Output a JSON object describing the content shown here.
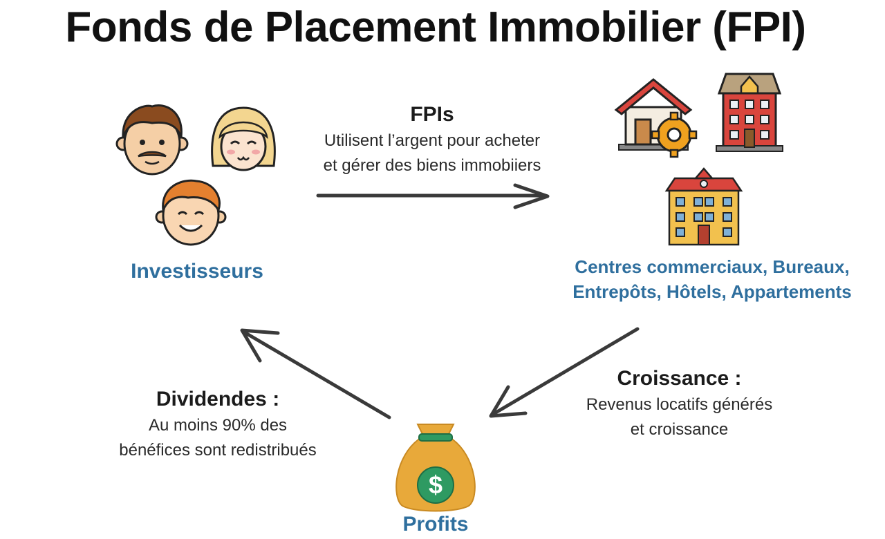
{
  "title": "Fonds de Placement Immobilier (FPI)",
  "top_flow": {
    "heading": "FPIs",
    "line1": "Utilisent l’argent pour acheter",
    "line2": "et gérer des biens immobiiers"
  },
  "investors": {
    "label": "Investisseurs"
  },
  "properties": {
    "line1": "Centres commerciaux, Bureaux,",
    "line2": "Entrepôts, Hôtels, Appartements"
  },
  "growth": {
    "heading": "Croissance :",
    "line1": "Revenus locatifs générés",
    "line2": "et croissance"
  },
  "dividends": {
    "heading": "Dividendes :",
    "line1": "Au moins 90% des",
    "line2": "bénéfices sont redistribués"
  },
  "profits": {
    "label": "Profits",
    "symbol": "$"
  },
  "colors": {
    "accent_blue": "#2f6f9e",
    "arrow": "#3a3a3a",
    "bag_gold": "#e8a93a",
    "coin_green": "#2e9a62",
    "house_red": "#d9453d",
    "hotel_yellow": "#f2c14e",
    "gear_orange": "#f0a11f"
  },
  "icons": [
    "man-face-icon",
    "woman-face-icon",
    "boy-face-icon",
    "house-gear-icon",
    "apartment-building-icon",
    "hotel-building-icon",
    "money-bag-icon"
  ]
}
